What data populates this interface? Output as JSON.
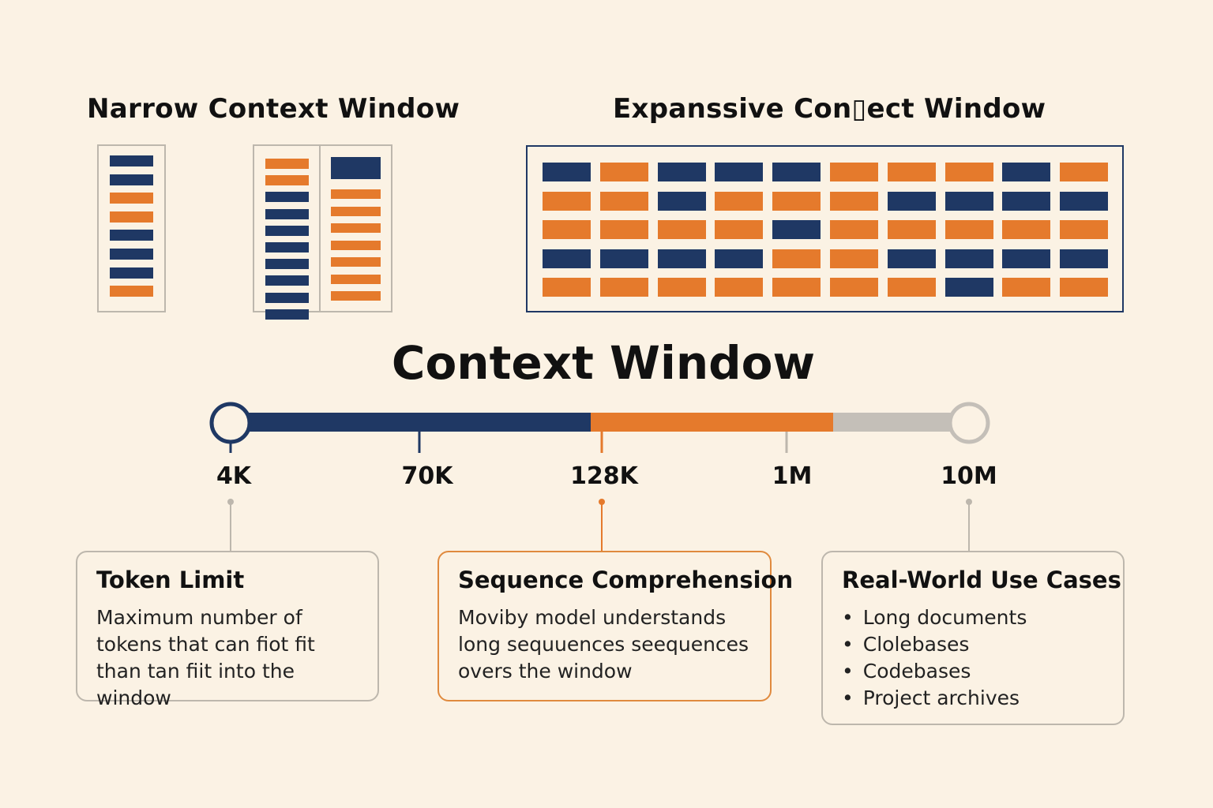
{
  "narrow": {
    "title": "Narrow Context Window",
    "col_a": [
      "navy",
      "navy",
      "orange",
      "orange",
      "navy",
      "navy",
      "navy",
      "orange"
    ],
    "col_b_left": [
      "orange",
      "orange",
      "navy",
      "navy",
      "navy",
      "navy",
      "navy",
      "navy",
      "navy",
      "navy"
    ],
    "col_b_right": [
      "navy",
      "orange",
      "orange",
      "orange",
      "orange",
      "orange",
      "orange",
      "orange"
    ]
  },
  "expansive": {
    "title": "Expanssive Con▯ect Window",
    "rows": [
      [
        "navy",
        "orange",
        "navy",
        "navy",
        "navy",
        "orange",
        "orange",
        "orange",
        "navy",
        "orange"
      ],
      [
        "orange",
        "orange",
        "navy",
        "orange",
        "orange",
        "orange",
        "navy",
        "navy",
        "navy",
        "navy"
      ],
      [
        "orange",
        "orange",
        "orange",
        "orange",
        "navy",
        "orange",
        "orange",
        "orange",
        "orange",
        "orange"
      ],
      [
        "navy",
        "navy",
        "navy",
        "navy",
        "orange",
        "orange",
        "navy",
        "navy",
        "navy",
        "navy"
      ],
      [
        "orange",
        "orange",
        "orange",
        "orange",
        "orange",
        "orange",
        "orange",
        "navy",
        "orange",
        "orange"
      ]
    ]
  },
  "main_title": "Context Window",
  "timeline": {
    "ticks": [
      {
        "label": "4K",
        "color": "#1f3864"
      },
      {
        "label": "70K",
        "color": "#1f3864"
      },
      {
        "label": "128K",
        "color": "#e57a2c"
      },
      {
        "label": "1M",
        "color": "#bdb7ad"
      },
      {
        "label": "10M",
        "color": "#bdb7ad"
      }
    ],
    "colors": {
      "navy": "#1f3864",
      "orange": "#e57a2c",
      "gray": "#c4bfb8"
    }
  },
  "cards": {
    "token_limit": {
      "title": "Token Limit",
      "body": "Maximum number of tokens that can fiot fit than tan fiit into the window"
    },
    "sequence": {
      "title": "Sequence Comprehension",
      "body": "Moviby model understands long sequuences seequences overs the window"
    },
    "use_cases": {
      "title": "Real-World Use Cases",
      "items": [
        "Long documents",
        "Clolebases",
        "Codebases",
        "Project archives"
      ]
    }
  },
  "colors": {
    "navy": "#1f3864",
    "orange": "#e57a2c",
    "background": "#fbf2e4",
    "border": "#bdb7ad"
  }
}
